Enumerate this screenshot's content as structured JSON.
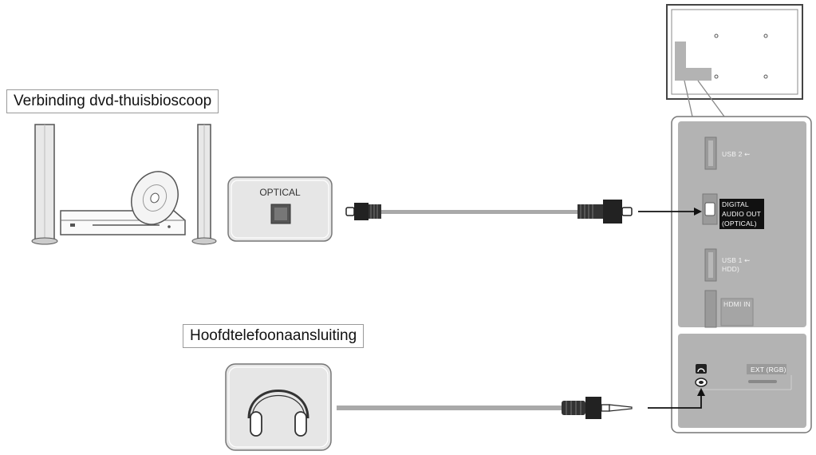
{
  "sections": {
    "dvd_title": "Verbinding dvd-thuisbioscoop",
    "headphone_title": "Hoofdtelefoonaansluiting"
  },
  "optical_box": {
    "label": "OPTICAL"
  },
  "tv_ports": {
    "usb2": "USB 2 ⇜",
    "digital_audio_line1": "DIGITAL",
    "digital_audio_line2": "AUDIO OUT",
    "digital_audio_line3": "(OPTICAL)",
    "usb1_line1": "USB 1 ⇜",
    "usb1_line2": "HDD)",
    "hdmi": "HDMI IN",
    "ext": "EXT (RGB)"
  },
  "icons": [
    "speaker-icon",
    "dvd-player-icon",
    "disc-icon",
    "headphones-icon",
    "headphone-jack-icon",
    "optical-port-icon"
  ],
  "colors": {
    "panel": "#b3b3b3",
    "panel_dark": "#8e8e8e",
    "cable": "#a9a9a9",
    "plug": "#222222",
    "box_fill": "#e6e6e6"
  }
}
